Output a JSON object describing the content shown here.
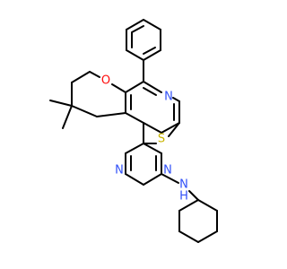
{
  "molecule": {
    "atoms": [
      {
        "id": "O1",
        "label": "O",
        "color": "#ff0d0d"
      },
      {
        "id": "N1",
        "label": "N",
        "color": "#3050f8"
      },
      {
        "id": "S1",
        "label": "S",
        "color": "#c8b400"
      },
      {
        "id": "N2",
        "label": "N",
        "color": "#3050f8"
      },
      {
        "id": "N3",
        "label": "N",
        "color": "#3050f8"
      },
      {
        "id": "NH",
        "label": "N",
        "color": "#3050f8"
      },
      {
        "id": "H1",
        "label": "H",
        "color": "#3050f8"
      }
    ]
  }
}
